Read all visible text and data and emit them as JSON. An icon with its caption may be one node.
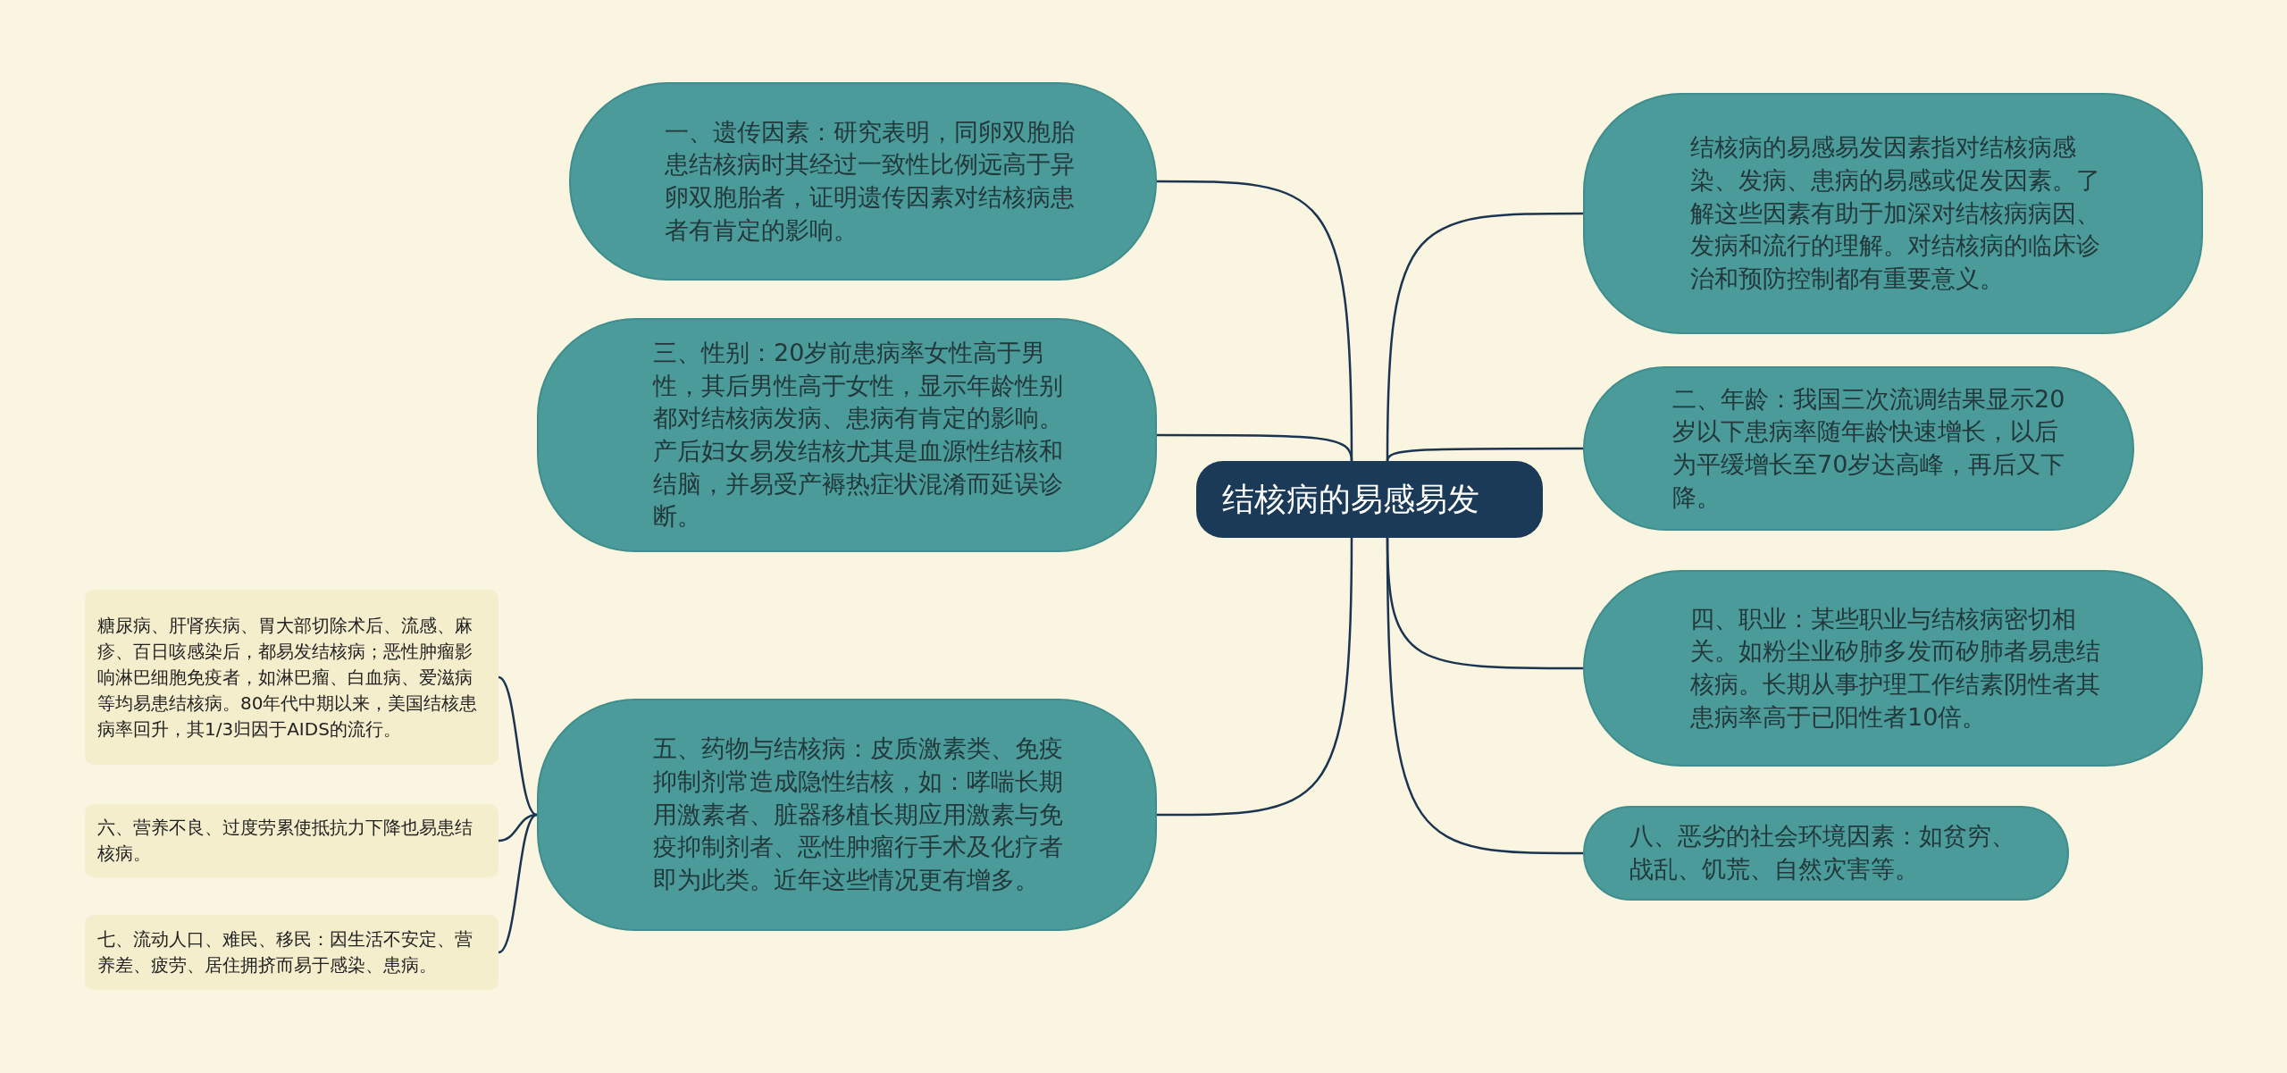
{
  "diagram": {
    "nodes": [
      {
        "text": [
          "结核病的易感易发"
        ]
      },
      {
        "text": [
          "一、遗传因素：研究表明，同卵双胞胎患结核病时其经过一致性比例远高于异卵双胞胎者，证明遗传因素对结核病患者有肯定的影响。"
        ]
      },
      {
        "text": [
          "三、性别：20岁前患病率女性高于男性，其后男性高于女性，显示年龄性别都对结核病发病、患病有肯定的影响。产后妇女易发结核尤其是血源性结核和结脑，并易受产褥热症状混淆而延误诊断。"
        ]
      },
      {
        "text": [
          "五、药物与结核病：皮质激素类、免疫抑制剂常造成隐性结核，如：哮喘长期用激素者、脏器移植长期应用激素与免疫抑制剂者、恶性肿瘤行手术及化疗者即为此类。近年这些情况更有增多。"
        ]
      },
      {
        "text": [
          "糖尿病、肝肾疾病、胃大部切除术后、流感、麻疹、百日咳感染后，都易发结核病；恶性肿瘤影响淋巴细胞免疫者，如淋巴瘤、白血病、爱滋病等均易患结核病。80年代中期以来，美国结核患病率回升，其1/3归因于AIDS的流行。"
        ]
      },
      {
        "text": [
          "六、营养不良、过度劳累使抵抗力下降也易患结核病。"
        ]
      },
      {
        "text": [
          "七、流动人口、难民、移民：因生活不安定、营养差、疲劳、居住拥挤而易于感染、患病。"
        ]
      },
      {
        "text": [
          "结核病的易感易发因素指对结核病感染、发病、患病的易感或促发因素。了解这些因素有助于加深对结核病病因、发病和流行的理解。对结核病的临床诊治和预防控制都有重要意义。"
        ]
      },
      {
        "text": [
          "二、年龄：我国三次流调结果显示20岁以下患病率随年龄快速增长，以后为平缓增长至70岁达高峰，再后又下降。"
        ]
      },
      {
        "text": [
          "四、职业：某些职业与结核病密切相关。如粉尘业矽肺多发而矽肺者易患结核病。长期从事护理工作结素阴性者其患病率高于已阳性者10倍。"
        ]
      },
      {
        "text": [
          "八、恶劣的社会环境因素：如贫穷、战乱、饥荒、自然灾害等。"
        ]
      }
    ],
    "edges": [
      {
        "from": 0,
        "to": 1,
        "arrow": "none"
      },
      {
        "from": 0,
        "to": 2,
        "arrow": "none"
      },
      {
        "from": 0,
        "to": 3,
        "arrow": "none"
      },
      {
        "from": 3,
        "to": 4,
        "arrow": "none"
      },
      {
        "from": 3,
        "to": 5,
        "arrow": "none"
      },
      {
        "from": 3,
        "to": 6,
        "arrow": "none"
      },
      {
        "from": 0,
        "to": 7,
        "arrow": "none"
      },
      {
        "from": 0,
        "to": 8,
        "arrow": "none"
      },
      {
        "from": 0,
        "to": 9,
        "arrow": "none"
      },
      {
        "from": 0,
        "to": 10,
        "arrow": "none"
      }
    ]
  }
}
